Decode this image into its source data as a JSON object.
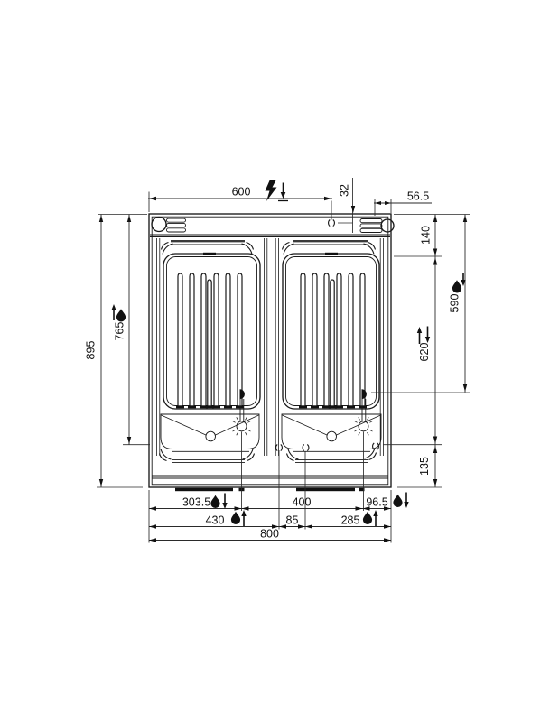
{
  "drawing": {
    "name": "appliance-top-view-dimension-drawing",
    "dims": {
      "back_width": "600",
      "electrical_offset": "32",
      "right_corner": "56.5",
      "back_band_depth": "140",
      "drain_depth": "590",
      "well_depth": "620",
      "front_band_depth": "135",
      "left_inner_depth": "765",
      "total_depth": "895",
      "front_row1_left": "303.5",
      "front_row1_center": "400",
      "front_row1_right": "96.5",
      "front_row2_left": "430",
      "front_row2_center": "85",
      "front_row2_right": "285",
      "total_width": "800"
    },
    "symbols": {
      "electrical_connection": "lightning-bolt-icon",
      "water_connection": "water-drop-icon",
      "connection_from_above": "arrow-down-icon",
      "connection_from_below": "arrow-up-icon"
    },
    "colors": {
      "line": "#1a1a1a",
      "background": "#ffffff",
      "symbol_fill": "#111111"
    }
  }
}
